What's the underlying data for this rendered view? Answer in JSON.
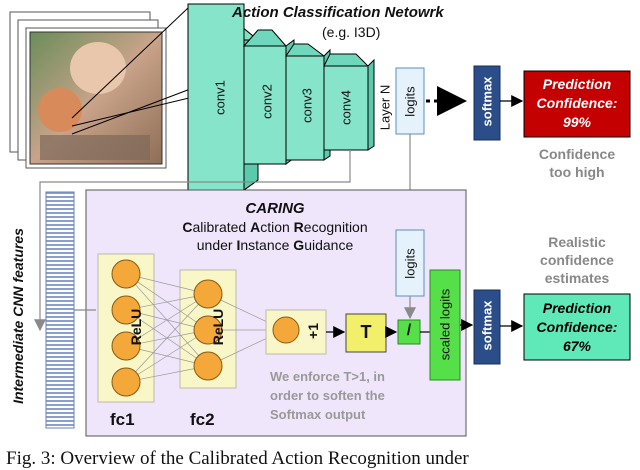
{
  "title": {
    "main": "Action Classification Netowrk",
    "sub": "(e.g. I3D)"
  },
  "network_layers": [
    "conv1",
    "conv2",
    "conv3",
    "conv4",
    "Layer N"
  ],
  "logits_label": "logits",
  "softmax_label": "softmax",
  "prediction_top": {
    "line1": "Prediction",
    "line2": "Confidence:",
    "value": "99%",
    "color": "#c40000"
  },
  "confidence_note": [
    "Confidence",
    "too high"
  ],
  "side_label": "Intermediate CNN features",
  "caring": {
    "title": "CARING",
    "line1_parts": [
      {
        "t": "C",
        "b": true
      },
      {
        "t": "alibrated ",
        "b": false
      },
      {
        "t": "A",
        "b": true
      },
      {
        "t": "ction ",
        "b": false
      },
      {
        "t": "R",
        "b": true
      },
      {
        "t": "ecognition",
        "b": false
      }
    ],
    "line2_parts": [
      {
        "t": "under ",
        "b": false
      },
      {
        "t": "I",
        "b": true
      },
      {
        "t": "nstance ",
        "b": false
      },
      {
        "t": "G",
        "b": true
      },
      {
        "t": "uidance",
        "b": false
      }
    ],
    "bg_color": "#f0e6fb"
  },
  "layers": {
    "fc1": "fc1",
    "fc2": "fc2",
    "relu": "ReLU",
    "plus_one": "+1",
    "t_label": "T",
    "divide": "/",
    "logits": "logits",
    "scaled_logits": "scaled logits",
    "softmax": "softmax"
  },
  "enforce_note": [
    "We enforce T>1, in",
    "order to soften the",
    "Softmax output"
  ],
  "realistic_note": [
    "Realistic",
    "confidence",
    "estimates"
  ],
  "prediction_bottom": {
    "line1": "Prediction",
    "line2": "Confidence:",
    "value": "67%",
    "color": "#5fe8b8"
  },
  "caption": "Fig. 3: Overview of the Calibrated Action Recognition under"
}
